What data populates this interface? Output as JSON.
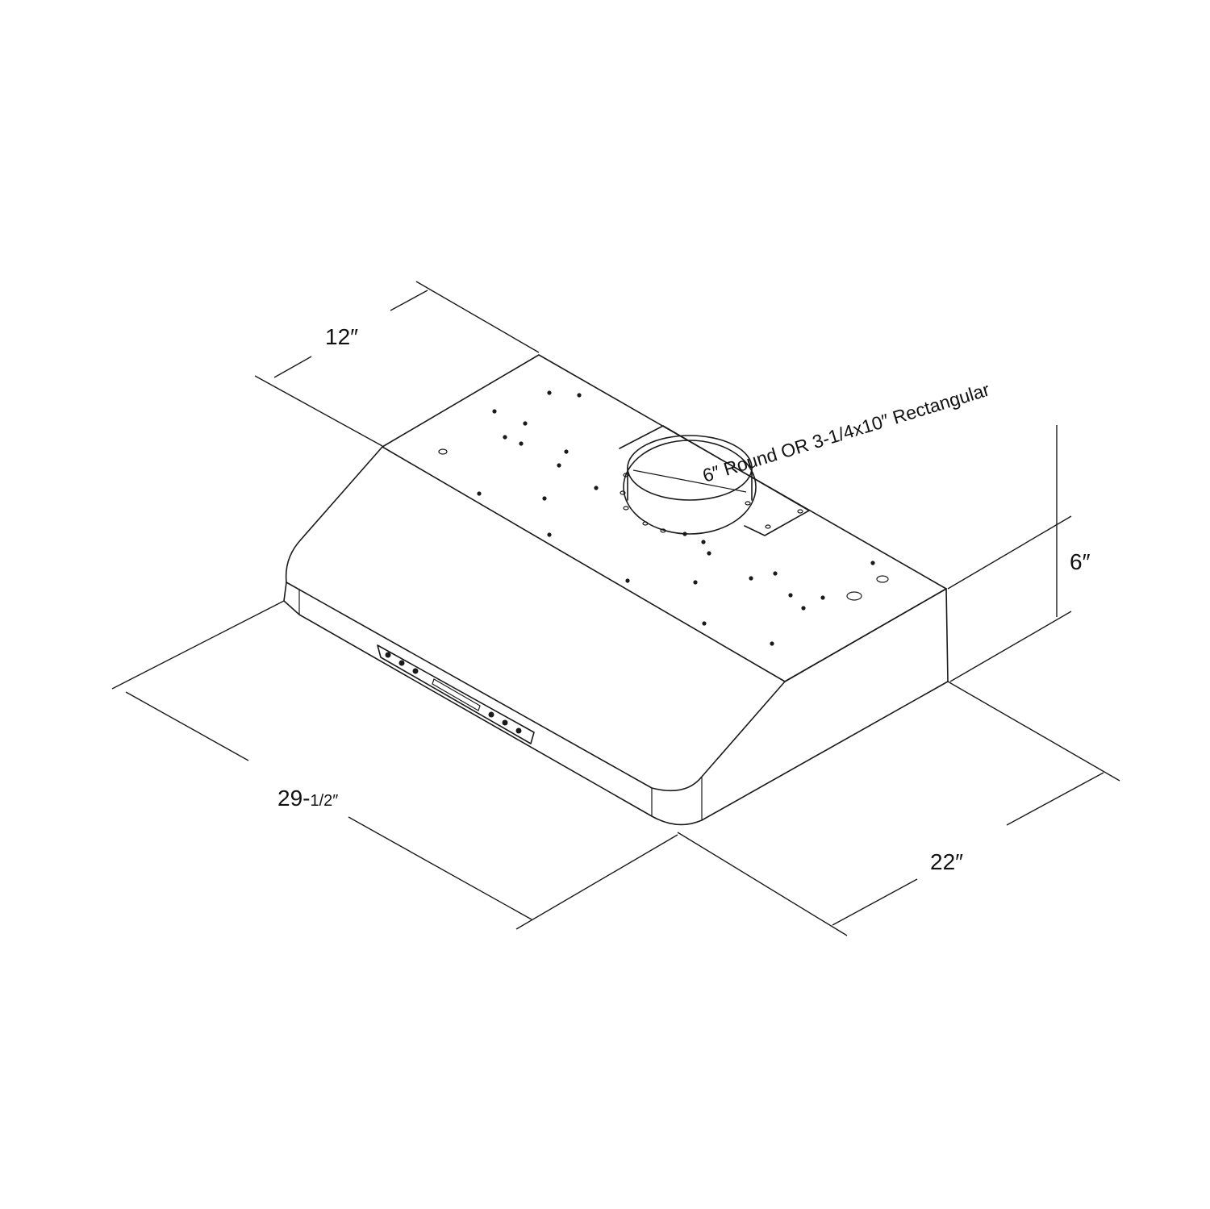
{
  "dimensions": {
    "depth_top": "12″",
    "height": "6″",
    "width_main": "29-",
    "width_fraction": "1/2″",
    "depth_bottom": "22″"
  },
  "duct_label": "6″ Round OR 3-1/4x10″ Rectangular",
  "colors": {
    "line": "#1a1a1a",
    "background": "#ffffff"
  }
}
